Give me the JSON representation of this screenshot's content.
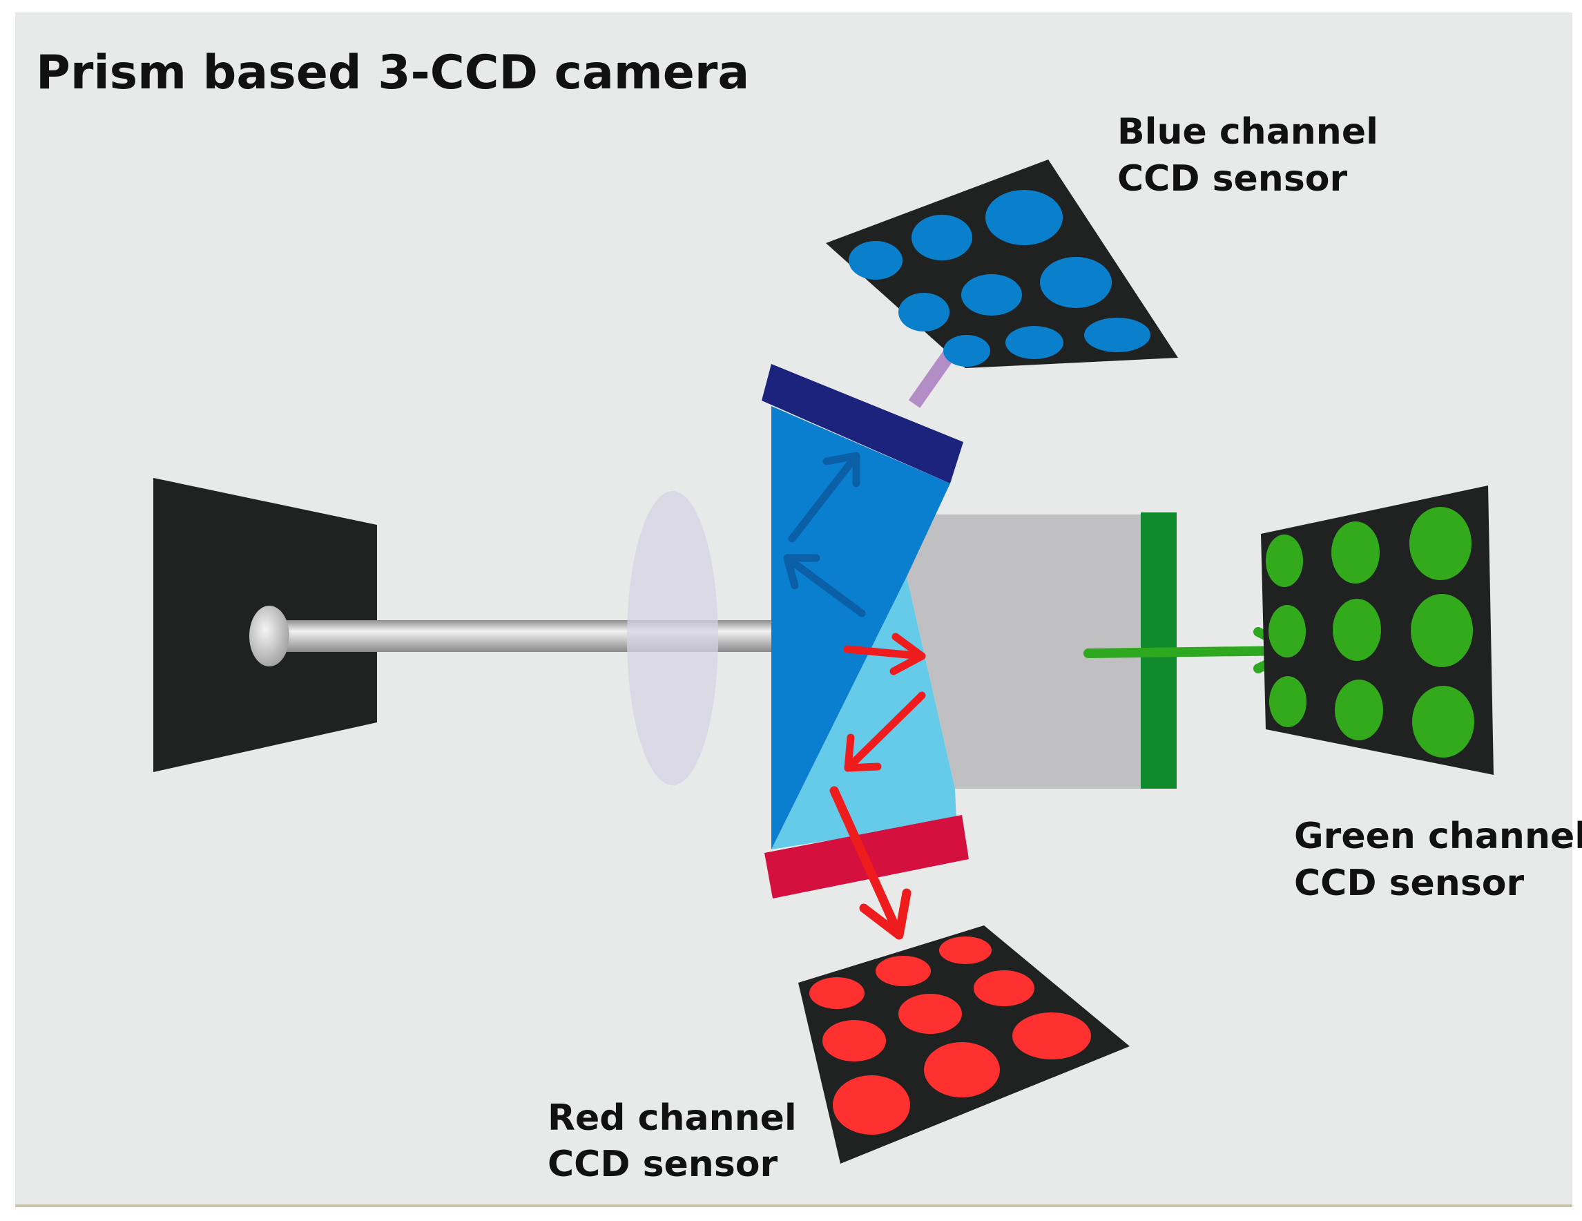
{
  "title": "Prism based 3-CCD camera",
  "labels": {
    "blue": {
      "line1": "Blue channel",
      "line2": "CCD sensor"
    },
    "green": {
      "line1": "Green channel",
      "line2": "CCD sensor"
    },
    "red": {
      "line1": "Red channel",
      "line2": "CCD sensor"
    }
  },
  "colors": {
    "background": "#e8eaea",
    "panel": "#202222",
    "blue_dots": "#0a7fcc",
    "green_dots": "#33a91c",
    "red_dots": "#ff3030",
    "prism_dark_blue": "#0b7fcf",
    "prism_light_blue": "#66cbe8",
    "prism_gray": "#c0c0c2",
    "blue_filter": "#1c237c",
    "green_filter": "#0f8a2c",
    "red_filter": "#d3103e",
    "lens": "#d5d3e4",
    "arrow_blue": "#0b5fa6",
    "arrow_violet": "#b38ec6",
    "arrow_red": "#ee1c1c",
    "arrow_green": "#2ea81f"
  }
}
